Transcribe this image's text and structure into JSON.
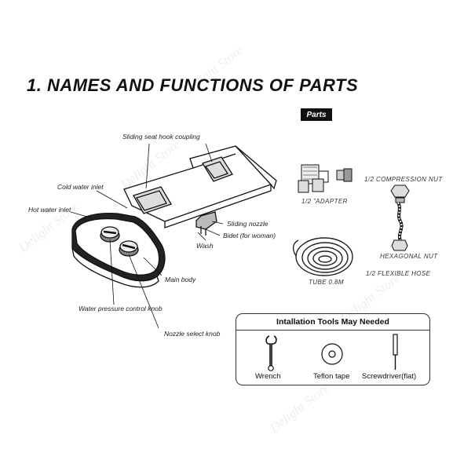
{
  "title": "1. NAMES AND FUNCTIONS OF PARTS",
  "parts_badge": "Parts",
  "labels": {
    "sliding_seat_hook_coupling": "Sliding seat hook coupling",
    "cold_water_inlet": "Cold water inlet",
    "hot_water_inlet": "Hot water inlet",
    "sliding_nozzle": "Sliding nozzle",
    "bidet": "Bidet (for woman)",
    "wash": "Wash",
    "main_body": "Main body",
    "water_pressure_control_knob": "Water pressure control knob",
    "nozzle_select_knob": "Nozzle  select knob"
  },
  "parts": {
    "adapter": "1/2  \"ADAPTER",
    "compression_nut": "1/2 COMPRESSION  NUT",
    "hexagonal_nut": "HEXAGONAL NUT",
    "flexible_hose": "1/2 FLEXIBLE HOSE",
    "tube": "TUBE 0.8M"
  },
  "tools": {
    "heading": "Intallation Tools May Needed",
    "items": [
      "Wrench",
      "Teflon tape",
      "Screwdriver(flat)"
    ]
  },
  "watermark": "Delight Store"
}
